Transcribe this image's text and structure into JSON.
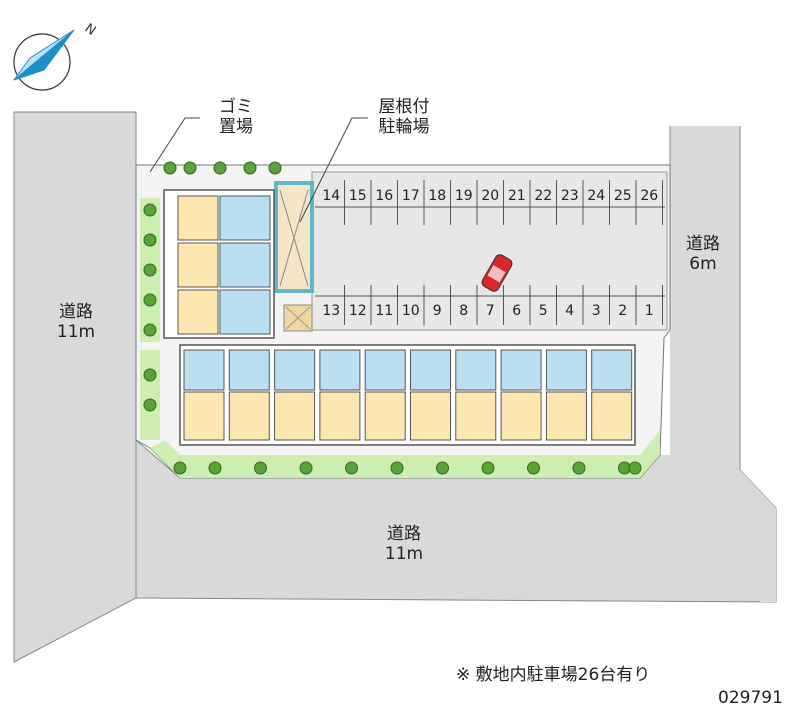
{
  "map": {
    "compass_letter": "N",
    "labels": {
      "road_west": {
        "line1": "道路",
        "line2": "11m"
      },
      "road_south": {
        "line1": "道路",
        "line2": "11m"
      },
      "road_east": {
        "line1": "道路",
        "line2": "6m"
      },
      "garbage": {
        "line1": "ゴミ",
        "line2": "置場"
      },
      "bike": {
        "line1": "屋根付",
        "line2": "駐輪場"
      }
    },
    "parking_top": [
      "14",
      "15",
      "16",
      "17",
      "18",
      "19",
      "20",
      "21",
      "22",
      "23",
      "24",
      "25",
      "26"
    ],
    "parking_bottom": [
      "13",
      "12",
      "11",
      "10",
      "9",
      "8",
      "7",
      "6",
      "5",
      "4",
      "3",
      "2",
      "1"
    ],
    "footnote": "※ 敷地内駐車場26台有り",
    "property_code": "029791",
    "colors": {
      "road": "#d9d9d9",
      "grass": "#cdeeb0",
      "tree": "#5aa33a",
      "unit": "#fde7b0",
      "bath": "#b9dff0",
      "car": "#d8262c",
      "compass": "#1f8fc9"
    }
  }
}
